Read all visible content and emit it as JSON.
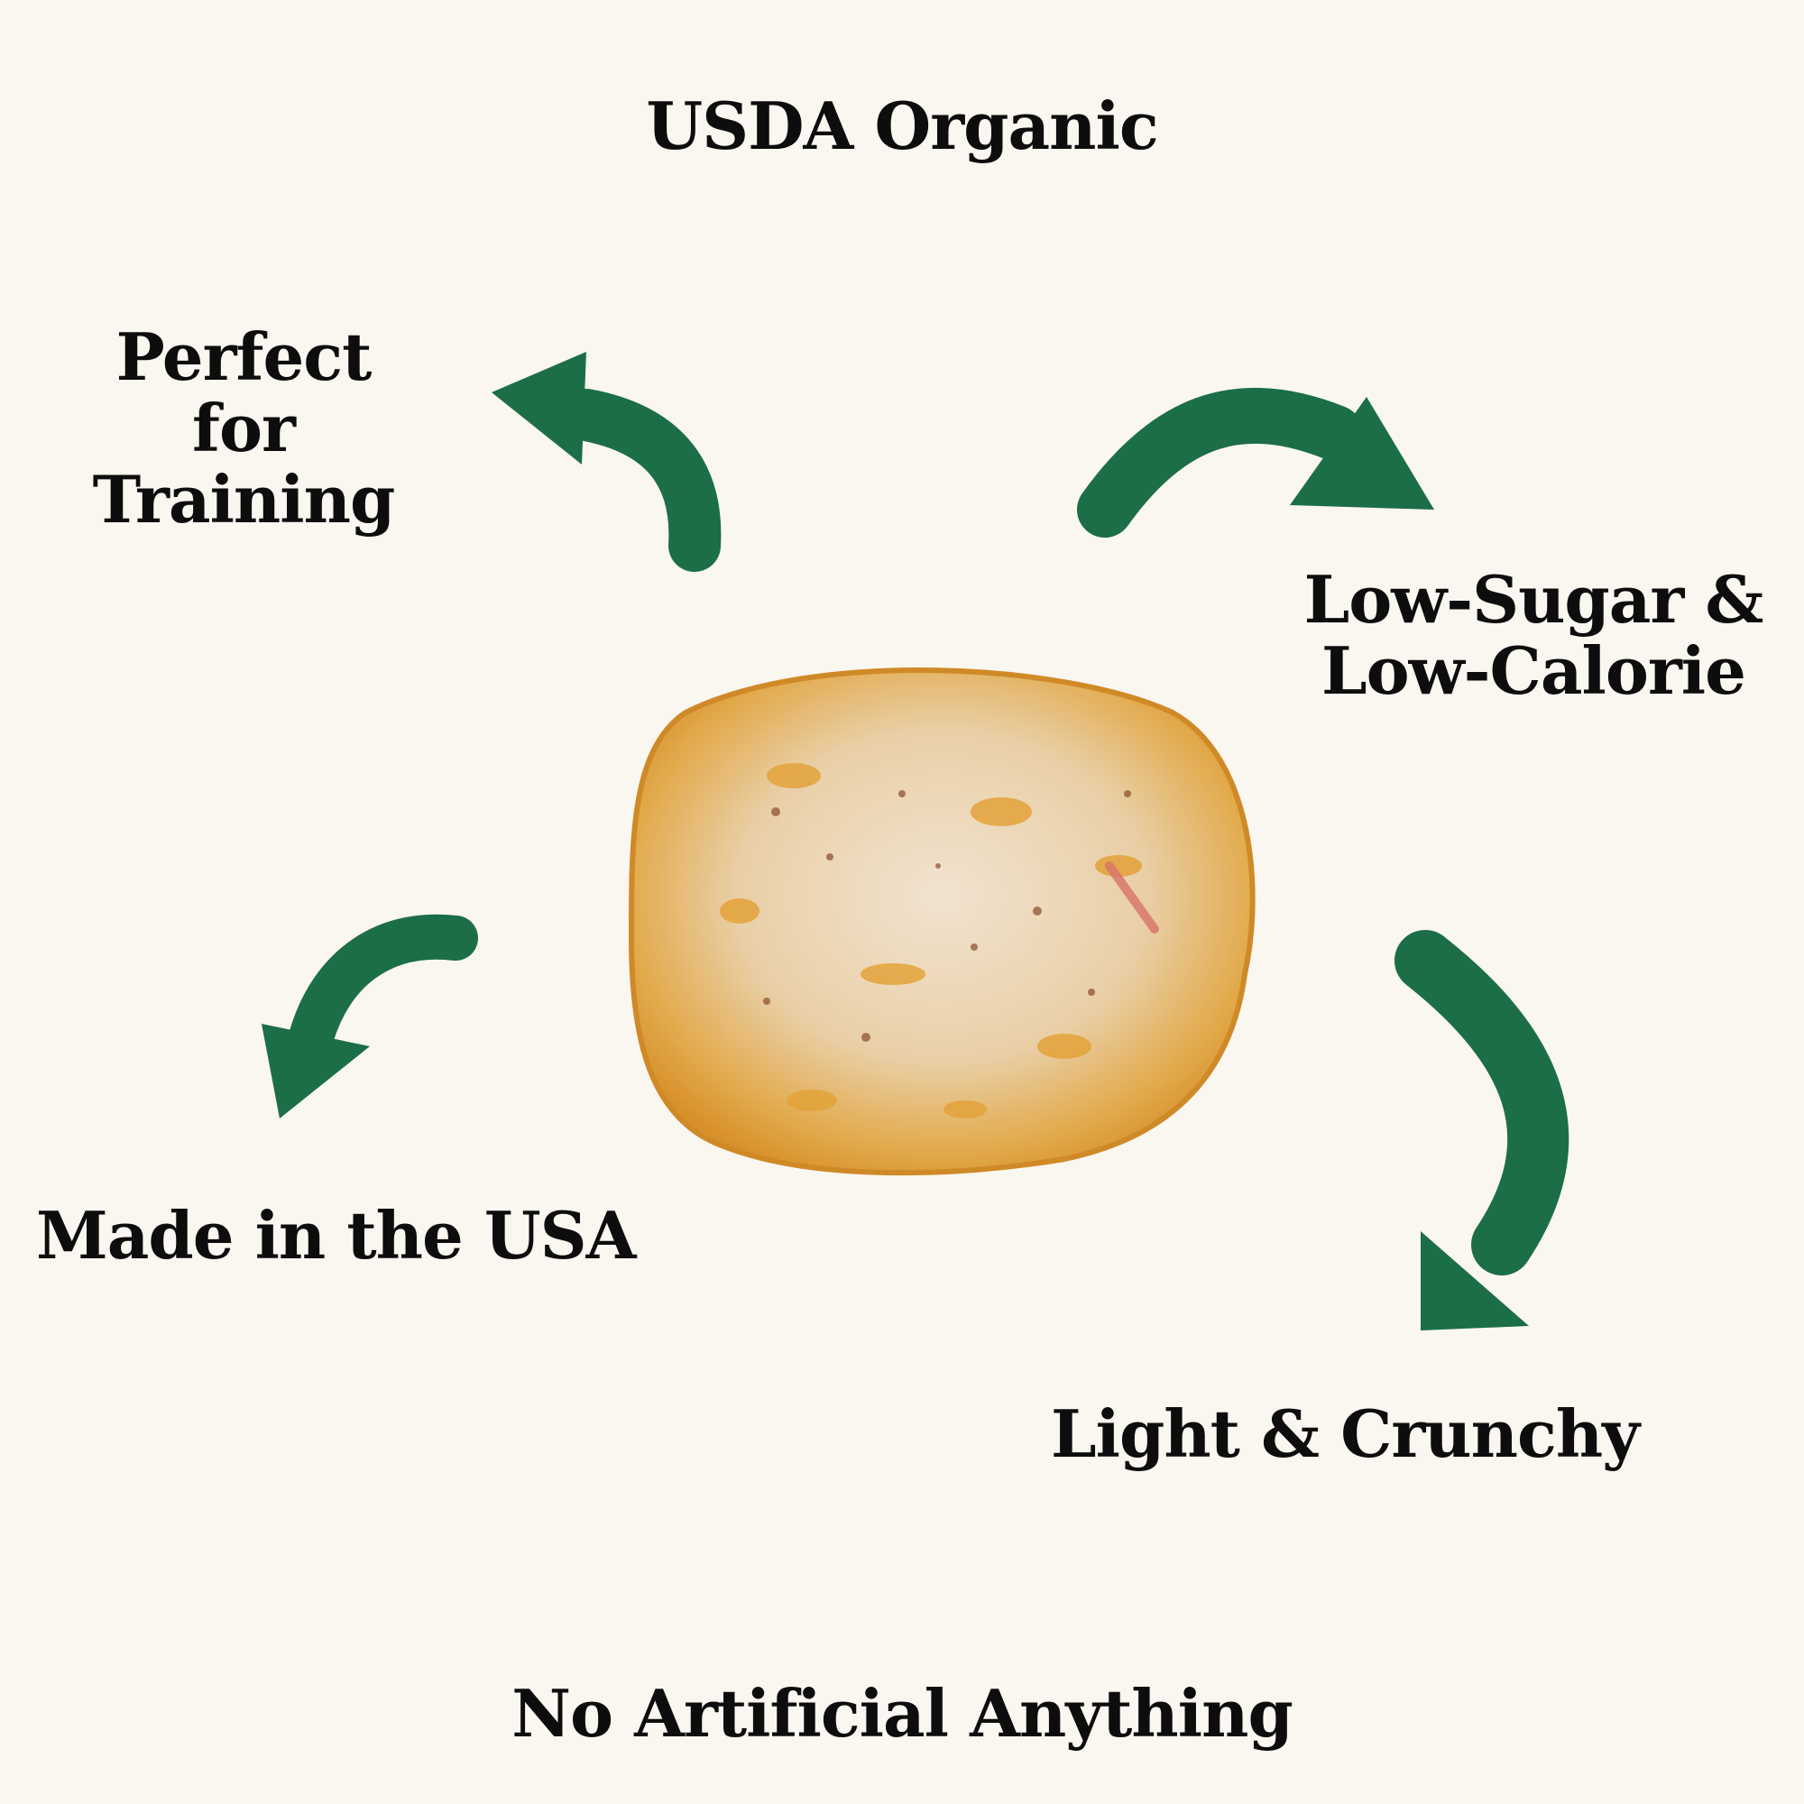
{
  "features": {
    "top": "USDA Organic",
    "top_left_line1": "Perfect for",
    "top_left_line2": "Training",
    "right_line1": "Low-Sugar &",
    "right_line2": "Low-Calorie",
    "left": "Made in the USA",
    "bottom_right": "Light & Crunchy",
    "bottom": "No Artificial Anything"
  },
  "colors": {
    "background": "#faf6f0",
    "arrow": "#1c6e47",
    "text": "#0d0d0d"
  },
  "image": {
    "subject": "puffed dog treat"
  }
}
